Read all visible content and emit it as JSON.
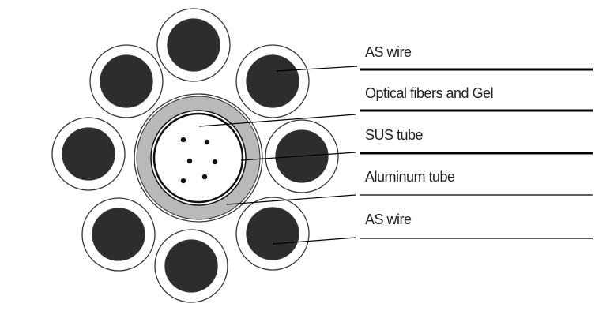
{
  "labels": [
    {
      "text": "AS wire"
    },
    {
      "text": "Optical fibers and Gel"
    },
    {
      "text": "SUS tube"
    },
    {
      "text": "Aluminum tube"
    },
    {
      "text": "AS wire"
    }
  ],
  "colors": {
    "wire_core": "#2d2d2d",
    "aluminum": "#b9b9b9",
    "line": "#000000"
  }
}
